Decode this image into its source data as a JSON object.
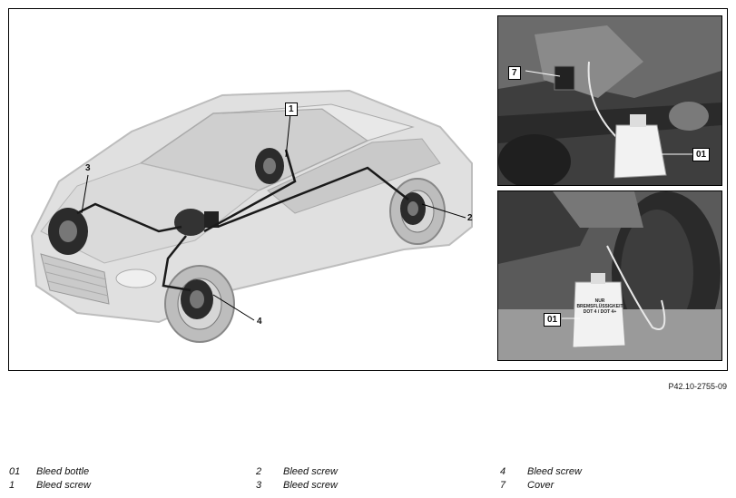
{
  "callouts": {
    "c1": "1",
    "c2": "2",
    "c3": "3",
    "c4": "4",
    "c7": "7",
    "c01_top": "01",
    "c01_bottom": "01"
  },
  "bottle_text": {
    "line1": "NUR",
    "line2": "BREMSFLÜSSIGKEIT",
    "line3": "DOT 4 / DOT 4+"
  },
  "reference_code": "P42.10-2755-09",
  "legend": [
    {
      "num": "01",
      "text": "Bleed bottle"
    },
    {
      "num": "1",
      "text": "Bleed screw"
    },
    {
      "num": "2",
      "text": "Bleed screw"
    },
    {
      "num": "3",
      "text": "Bleed screw"
    },
    {
      "num": "4",
      "text": "Bleed screw"
    },
    {
      "num": "7",
      "text": "Cover"
    }
  ],
  "colors": {
    "car_body": "#d9d9d9",
    "brake_line": "#1a1a1a",
    "photo_dark": "#3e3e3e"
  }
}
